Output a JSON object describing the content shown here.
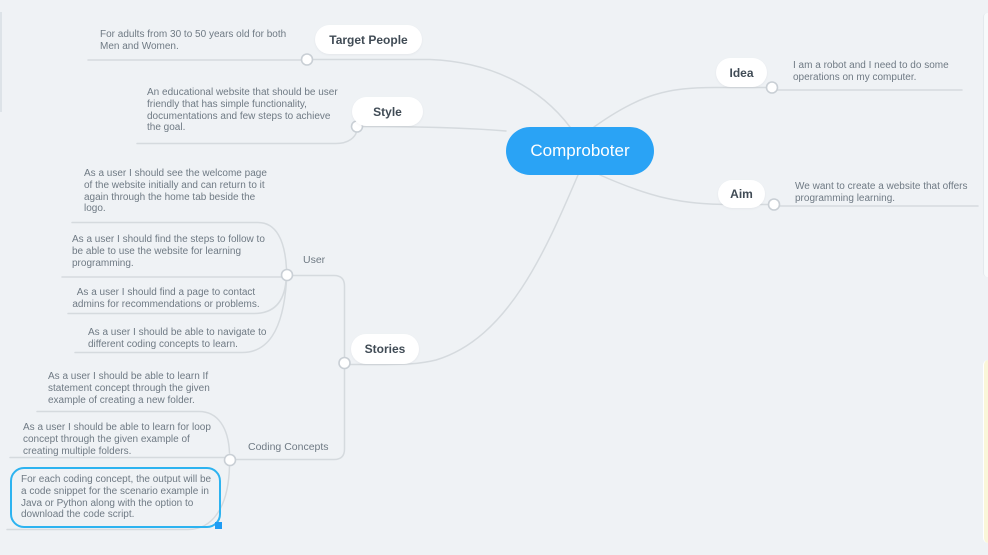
{
  "app": {
    "title": "Mind map"
  },
  "colors": {
    "background": "#eff2f5",
    "root_fill": "#2aa3f5",
    "selection_border": "#2db3f0",
    "branch_line": "#d5dade",
    "note_text": "#6f7a84",
    "pill_text": "#404b55"
  },
  "nodes": {
    "root": {
      "label": "Comproboter"
    },
    "target_people": {
      "label": "Target People",
      "note": "For adults from 30 to 50 years old for both\nMen and Women."
    },
    "style": {
      "label": "Style",
      "note": "An educational website that should be user\nfriendly that has simple functionality,\ndocumentations and few steps to achieve\nthe goal."
    },
    "idea": {
      "label": "Idea",
      "note": "I am a robot and I need to do some\noperations on my computer."
    },
    "aim": {
      "label": "Aim",
      "note": "We want to create a website that offers\nprogramming learning."
    },
    "stories": {
      "label": "Stories"
    },
    "user": {
      "label": "User",
      "stories": [
        "As a user I should see the welcome page\nof the website initially and can return to it\nagain through the home tab beside the\nlogo.",
        "As a user I should find the steps to follow to\nbe able to use the website for learning\nprogramming.",
        "As a user I should find a page to contact\nadmins for recommendations or problems.",
        "As a user I should be able to navigate to\ndifferent coding concepts to learn."
      ]
    },
    "coding_concepts": {
      "label": "Coding Concepts",
      "stories": [
        "As a user I should be able to learn If\nstatement concept through the given\nexample of creating a new folder.",
        "As a user I should be able to learn for loop\nconcept through the given example of\ncreating multiple folders."
      ],
      "selected_note": "For each coding concept, the output will be\na code snippet for the scenario example in\nJava or Python along with the option to\ndownload the code script."
    }
  }
}
